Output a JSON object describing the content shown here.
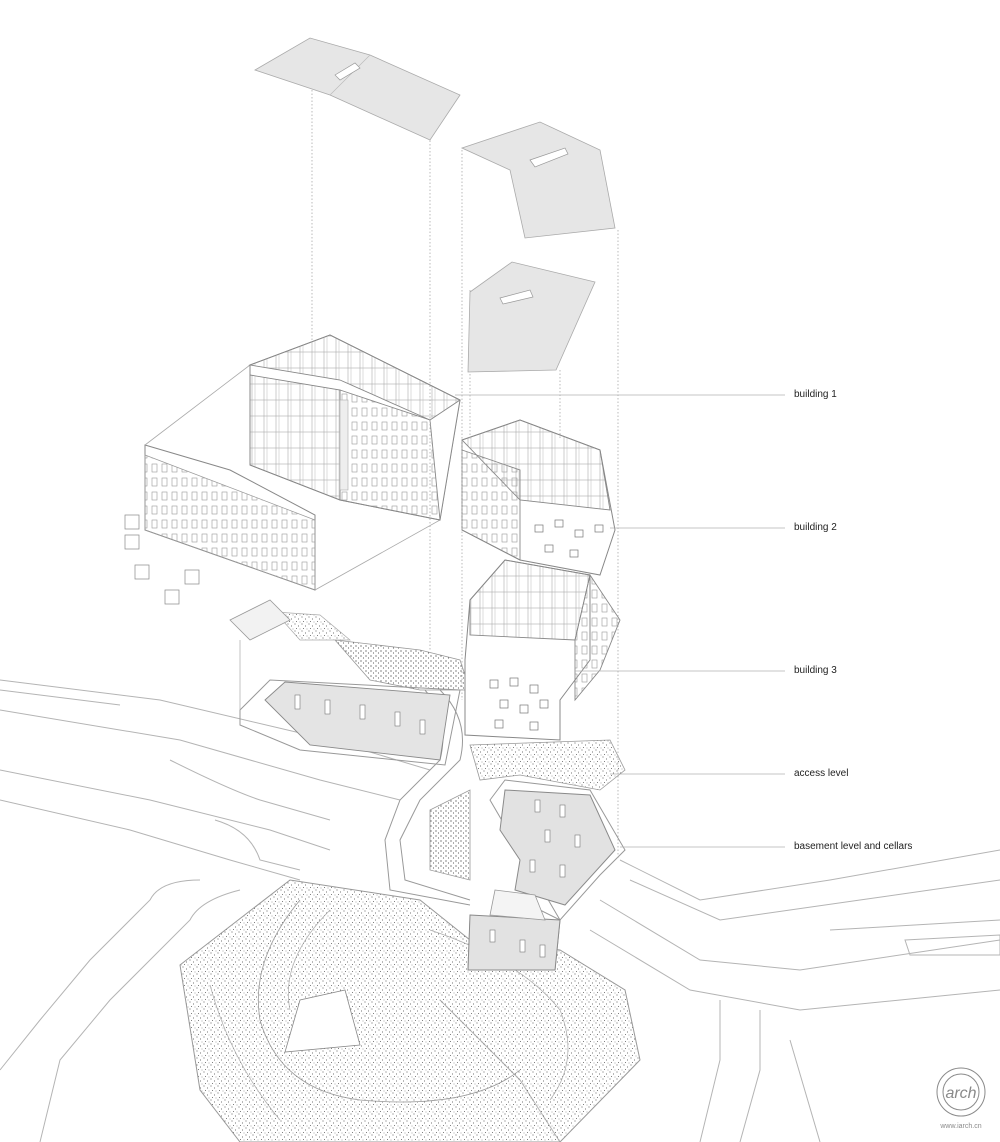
{
  "labels": {
    "building1": "building 1",
    "building2": "building 2",
    "building3": "building 3",
    "access": "access level",
    "basement": "basement level and cellars"
  },
  "watermark": {
    "logo_text": "arch",
    "site_text": "www.iarch.cn"
  },
  "colors": {
    "line": "#9a9a9a",
    "roof_fill": "#e6e6e6",
    "floor_fill": "#e2e2e2",
    "stipple": "#444444",
    "leader": "#b0b0b0"
  }
}
